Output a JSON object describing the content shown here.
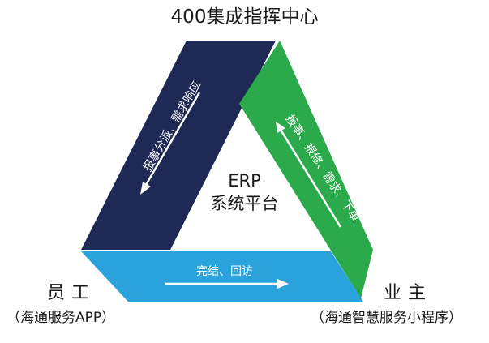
{
  "diagram": {
    "title": "400集成指挥中心",
    "center": {
      "line1": "ERP",
      "line2": "系统平台"
    },
    "left_node": {
      "name": "员工",
      "sub": "（海通服务APP）"
    },
    "right_node": {
      "name": "业主",
      "sub": "（海通智慧服务小程序）"
    },
    "edges": {
      "left": {
        "label": "报事分派、需求响应",
        "color": "#1e2a55"
      },
      "right": {
        "label": "报事、报修、需求、下单",
        "color": "#2aaa4a"
      },
      "bottom": {
        "label": "完结、回访",
        "color": "#2aa3dd"
      }
    }
  }
}
